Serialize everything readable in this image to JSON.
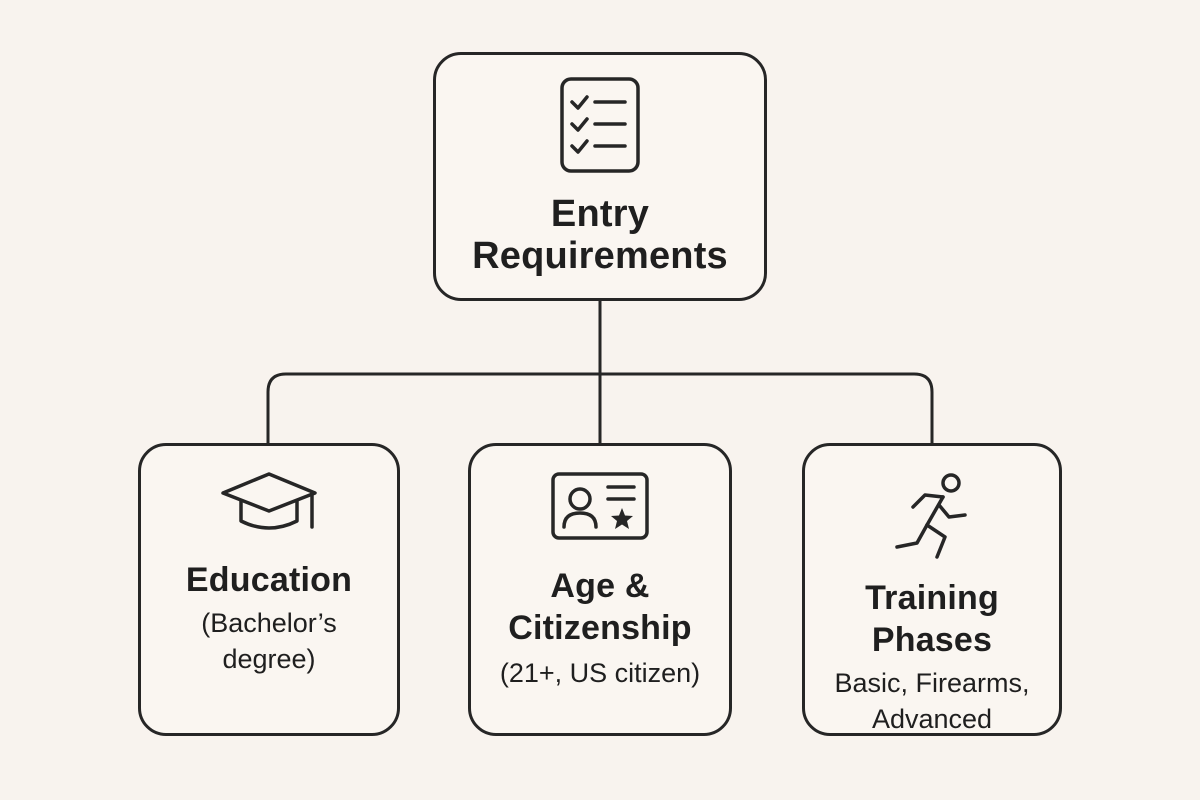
{
  "diagram": {
    "root": {
      "title_line1": "Entry",
      "title_line2": "Requirements",
      "icon": "checklist-icon"
    },
    "children": [
      {
        "id": "education",
        "title_line1": "Education",
        "detail_line1": "(Bachelor’s",
        "detail_line2": "degree)",
        "icon": "graduation-cap-icon"
      },
      {
        "id": "age-citizenship",
        "title_line1": "Age &",
        "title_line2": "Citizenship",
        "detail_line1": "(21+, US citizen)",
        "icon": "id-card-icon"
      },
      {
        "id": "training-phases",
        "title_line1": "Training",
        "title_line2": "Phases",
        "detail_line1": "Basic, Firearms,",
        "detail_line2": "Advanced",
        "icon": "running-person-icon"
      }
    ],
    "colors": {
      "background": "#f8f3ee",
      "stroke": "#262626",
      "text": "#1f1f1f"
    }
  }
}
